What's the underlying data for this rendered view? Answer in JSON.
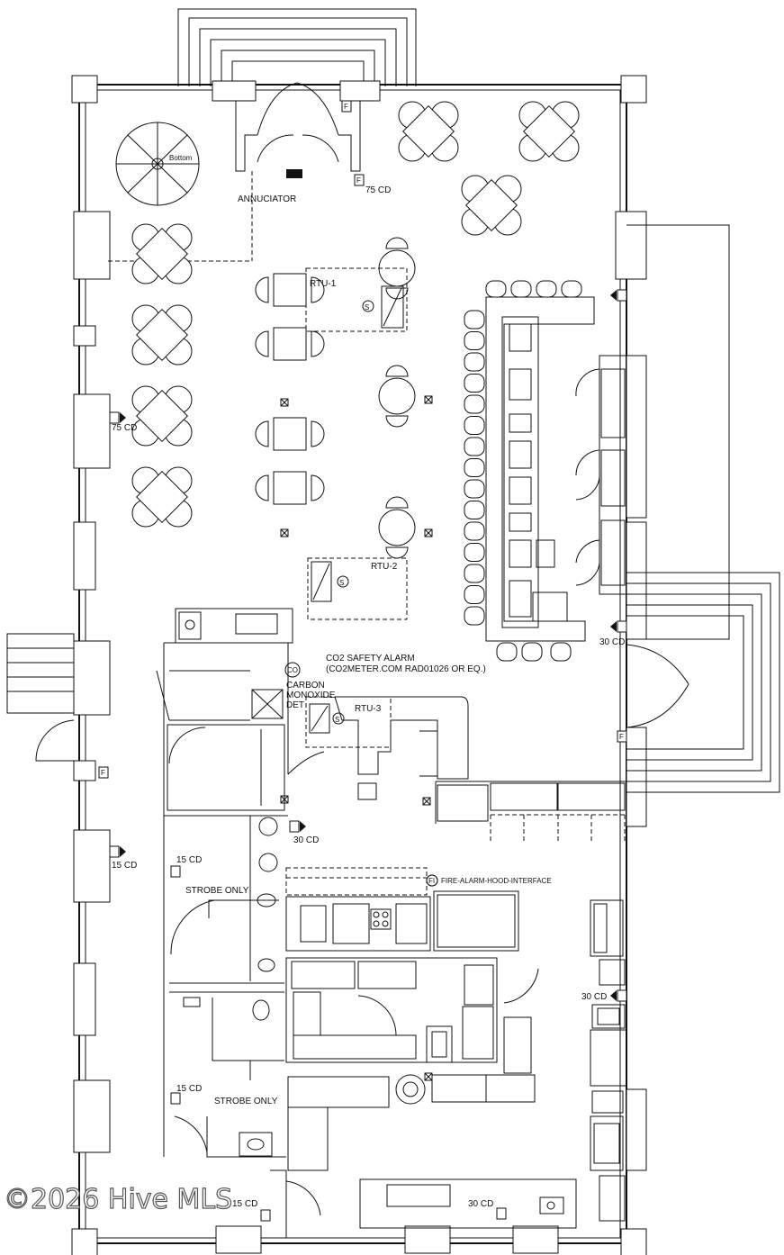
{
  "labels": {
    "annunciator": "ANNUCIATOR",
    "cd75_top": "75 CD",
    "cd75_left": "75 CD",
    "rtu1": "RTU-1",
    "rtu2": "RTU-2",
    "rtu3": "RTU-3",
    "co2_alarm_1": "CO2 SAFETY ALARM",
    "co2_alarm_2": "(CO2METER.COM RAD01026 OR EQ.)",
    "co_symbol": "CO",
    "carbon_1": "CARBON",
    "carbon_2": "MONOXIDE",
    "carbon_3": "DET",
    "cd30_bar": "30 CD",
    "cd30_center": "30 CD",
    "cd15_a": "15 CD",
    "cd15_b": "15 CD",
    "strobe_a": "STROBE ONLY",
    "cd15_c": "15 CD",
    "strobe_b": "STROBE ONLY",
    "fire_hood": "FIRE-ALARM-HOOD-INTERFACE",
    "fire_symbol": "FI",
    "cd30_right": "30 CD",
    "cd15_bottom": "15 CD",
    "cd30_bottom": "30 CD",
    "stair_bottom": "Bottom",
    "f_tag": "F",
    "s_tag": "S"
  },
  "watermark": "©2026 Hive MLS"
}
